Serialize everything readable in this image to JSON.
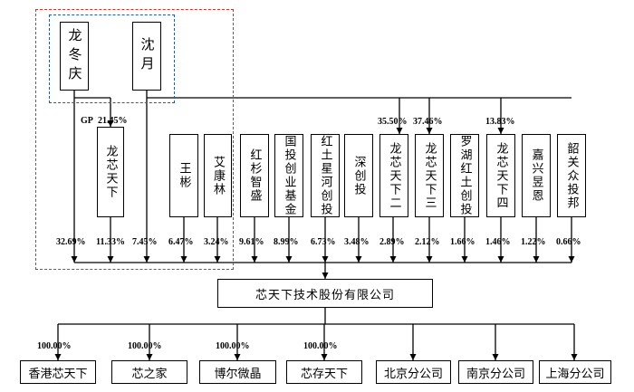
{
  "persons": {
    "long_dongqing": "龙冬庆",
    "shen_yue": "沈月"
  },
  "gp_label": "GP",
  "gp_pct": "21.45%",
  "top_pcts": {
    "lx2": "35.50%",
    "lx3": "37.46%",
    "lx4": "13.83%"
  },
  "shareholders": [
    {
      "name": "龙芯天下",
      "pct": "11.33%"
    },
    {
      "name": "王彬",
      "pct": "6.47%"
    },
    {
      "name": "艾康林",
      "pct": "3.24%"
    },
    {
      "name": "红杉智盛",
      "pct": "9.61%"
    },
    {
      "name": "国投创业基金",
      "pct": "8.99%"
    },
    {
      "name": "红土星河创投",
      "pct": "6.73%"
    },
    {
      "name": "深创投",
      "pct": "3.48%"
    },
    {
      "name": "龙芯天下二",
      "pct": "2.89%"
    },
    {
      "name": "龙芯天下三",
      "pct": "2.12%"
    },
    {
      "name": "罗湖红土创投",
      "pct": "1.66%"
    },
    {
      "name": "龙芯天下四",
      "pct": "1.46%"
    },
    {
      "name": "嘉兴昱恩",
      "pct": "1.22%"
    },
    {
      "name": "韶关众投邦",
      "pct": "0.66%"
    }
  ],
  "direct_pcts": {
    "long_dongqing": "32.69%",
    "shen_yue": "7.45%"
  },
  "company": "芯天下技术股份有限公司",
  "subsidiaries": [
    {
      "name": "香港芯天下",
      "pct": "100.00%"
    },
    {
      "name": "芯之家",
      "pct": "100.00%"
    },
    {
      "name": "博尔微晶",
      "pct": "100.00%"
    },
    {
      "name": "芯存天下",
      "pct": "100.00%"
    },
    {
      "name": "北京分公司",
      "pct": ""
    },
    {
      "name": "南京分公司",
      "pct": ""
    },
    {
      "name": "上海分公司",
      "pct": ""
    }
  ]
}
